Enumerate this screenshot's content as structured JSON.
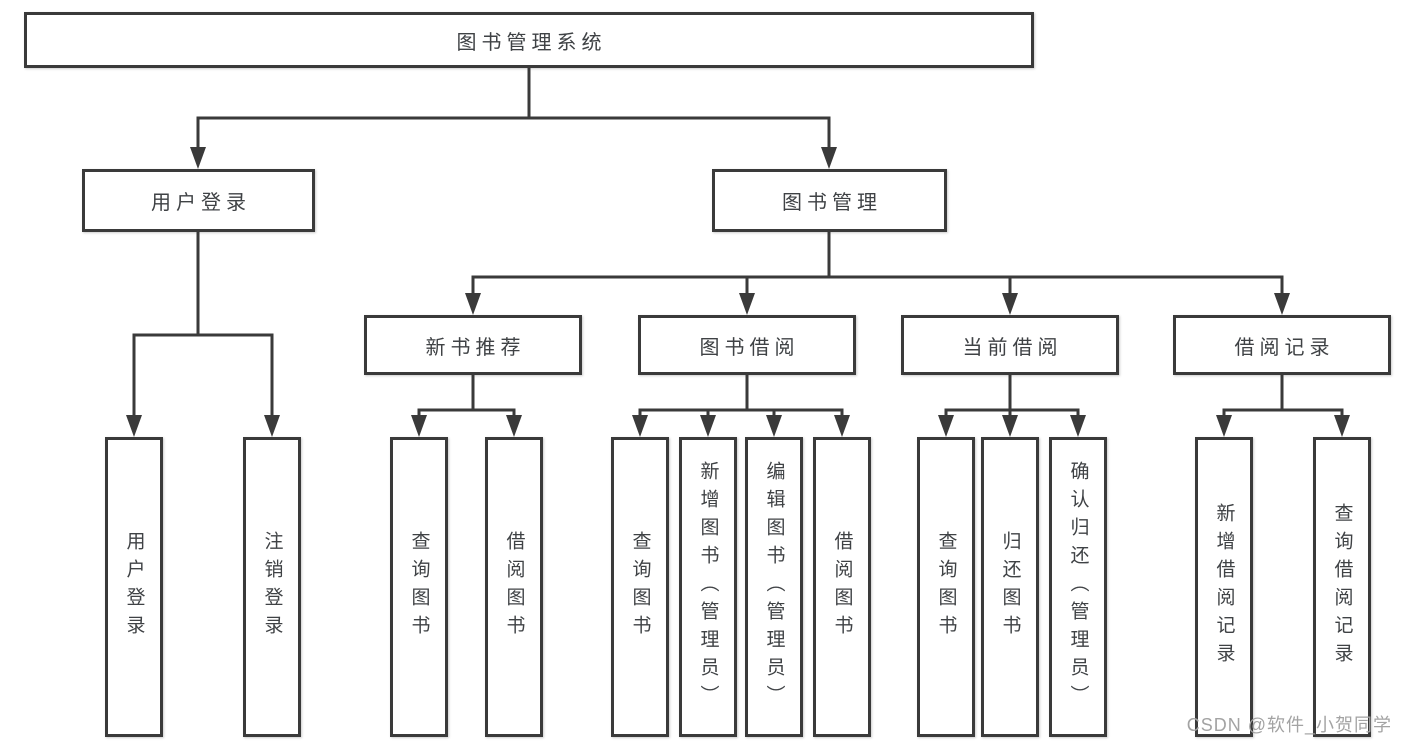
{
  "page": {
    "background": "#ffffff"
  },
  "colors": {
    "line": "#3a3a3a",
    "box_border": "#3a3a3a",
    "box_fill": "#ffffff",
    "text": "#3f4245",
    "watermark_text": "#a3a3a3"
  },
  "diagram": {
    "root": {
      "label": "图书管理系统"
    },
    "level2": {
      "user_login": {
        "label": "用户登录"
      },
      "book_mgmt": {
        "label": "图书管理"
      }
    },
    "level3": {
      "new_book_rec": {
        "label": "新书推荐"
      },
      "book_borrow": {
        "label": "图书借阅"
      },
      "current_borrow": {
        "label": "当前借阅"
      },
      "borrow_records": {
        "label": "借阅记录"
      }
    },
    "leaves": {
      "user_login": [
        "用户登录",
        "注销登录"
      ],
      "new_book_rec": [
        "查询图书",
        "借阅图书"
      ],
      "book_borrow": [
        "查询图书",
        "新增图书（管理员）",
        "编辑图书（管理员）",
        "借阅图书"
      ],
      "current_borrow": [
        "查询图书",
        "归还图书",
        "确认归还（管理员）"
      ],
      "borrow_records": [
        "新增借阅记录",
        "查询借阅记录"
      ]
    }
  },
  "watermark": {
    "text": "CSDN @软件_小贺同学"
  }
}
